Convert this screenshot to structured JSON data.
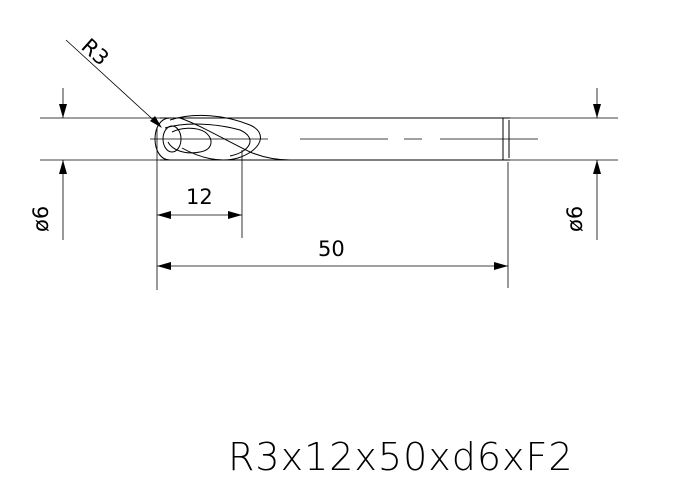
{
  "drawing": {
    "radius_label": "R3",
    "flute_length_label": "12",
    "overall_length_label": "50",
    "diameter_left_label": "ø6",
    "diameter_right_label": "ø6",
    "spec_label": "R3x12x50xd6xF2"
  }
}
